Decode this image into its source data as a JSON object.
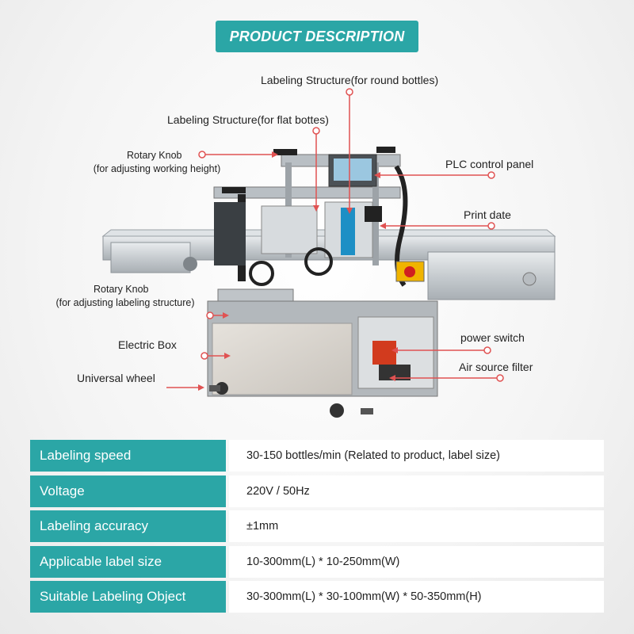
{
  "header": {
    "title": "PRODUCT DESCRIPTION"
  },
  "callouts": {
    "round_bottles": "Labeling Structure(for round bottles)",
    "flat_bottles": "Labeling Structure(for flat bottes)",
    "rotary_knob_height_title": "Rotary Knob",
    "rotary_knob_height_sub": "(for adjusting working height)",
    "plc_panel": "PLC control panel",
    "print_date": "Print date",
    "rotary_knob_labeling_title": "Rotary Knob",
    "rotary_knob_labeling_sub": "(for adjusting labeling structure)",
    "electric_box": "Electric Box",
    "power_switch": "power switch",
    "air_filter": "Air source filter",
    "universal_wheel": "Universal wheel"
  },
  "specs": [
    {
      "label": "Labeling speed",
      "value": "30-150 bottles/min (Related to product, label size)"
    },
    {
      "label": "Voltage",
      "value": "220V / 50Hz"
    },
    {
      "label": "Labeling accuracy",
      "value": "±1mm"
    },
    {
      "label": "Applicable label size",
      "value": "10-300mm(L) * 10-250mm(W)"
    },
    {
      "label": "Suitable Labeling Object",
      "value": "30-300mm(L) * 30-100mm(W) * 50-350mm(H)"
    }
  ],
  "colors": {
    "accent": "#2ba6a6",
    "callout_line": "#e05252",
    "machine_metal": "#c9cdd1"
  },
  "icons": {
    "callout_marker": "red-ring-marker"
  }
}
